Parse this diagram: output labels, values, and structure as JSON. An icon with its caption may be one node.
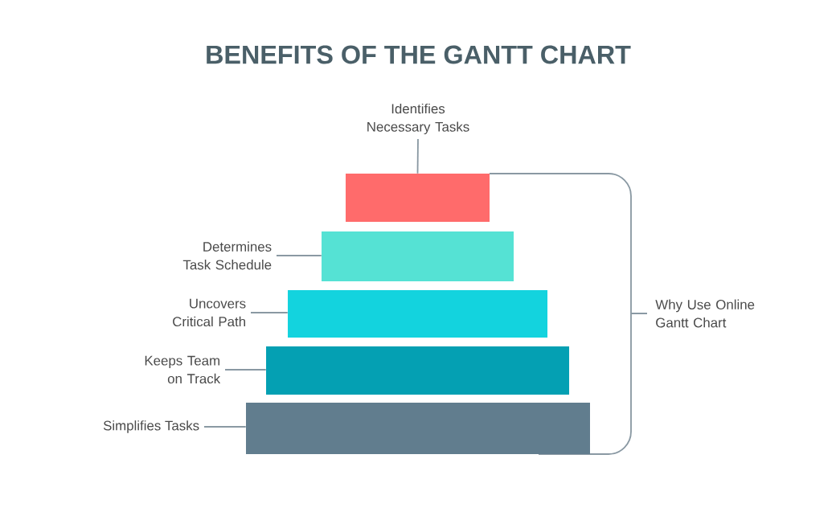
{
  "diagram": {
    "title": "BENEFITS OF THE GANTT CHART",
    "nodes": [
      {
        "text": [
          "Identifies Necessary Tasks"
        ]
      },
      {
        "text": [],
        "shape": "bar"
      },
      {
        "text": [
          "Determines Task Schedule"
        ]
      },
      {
        "text": [],
        "shape": "bar"
      },
      {
        "text": [
          "Uncovers Critical Path"
        ]
      },
      {
        "text": [],
        "shape": "bar"
      },
      {
        "text": [
          "Keeps Team on Track"
        ]
      },
      {
        "text": [],
        "shape": "bar"
      },
      {
        "text": [
          "Simplifies Tasks"
        ]
      },
      {
        "text": [],
        "shape": "bar"
      }
    ],
    "edges": [
      {
        "from": 0,
        "to": 1,
        "arrow": "none"
      },
      {
        "from": 2,
        "to": 3,
        "arrow": "none"
      },
      {
        "from": 4,
        "to": 5,
        "arrow": "none"
      },
      {
        "from": 6,
        "to": 7,
        "arrow": "none"
      },
      {
        "from": 8,
        "to": 9,
        "arrow": "none"
      }
    ],
    "labels": [
      "Why Use Online Gantt Chart"
    ]
  }
}
